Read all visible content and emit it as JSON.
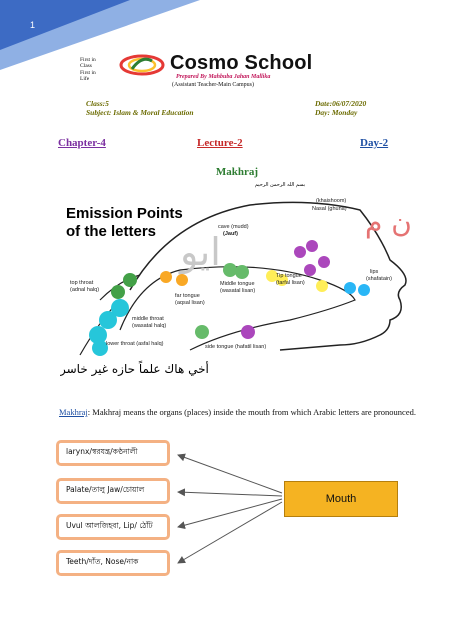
{
  "page": {
    "number": "1"
  },
  "header": {
    "motto_lines": [
      "First in",
      "Class",
      "First in",
      "Life"
    ],
    "school_name": "Cosmo School",
    "prepared_by": "Prepared By Mahbuba Jahan Mallika",
    "assistant": "(Assistant Teacher-Main Campus)"
  },
  "info": {
    "class": "Class:5",
    "subject": "Subject: Islam & Moral Education",
    "date": "Date:06/07/2020",
    "day": "Day: Monday"
  },
  "tabs": {
    "chapter": "Chapter-4",
    "lecture": "Lecture-2",
    "day": "Day-2"
  },
  "title": "Makhraj",
  "diagram": {
    "heading_line1": "Emission Points",
    "heading_line2": "of the letters",
    "bismillah": "بسم الله الرحمن الرحيم",
    "labels": {
      "cave": "cave (mudd)",
      "cave_arabic": "(Jauf)",
      "khaishoom": "(khaishoom)",
      "nasal": "Nasal (ghuna)",
      "top_throat": "top throat",
      "top_throat_ar": "(adnal halq)",
      "far_tongue": "far tongue",
      "far_tongue_ar": "(aqsal lisan)",
      "middle_tongue": "Middle tongue",
      "middle_tongue_ar": "(wasatal lisan)",
      "tip_tongue": "Tip tongue",
      "tip_tongue_ar": "(tarfal lisan)",
      "lips": "lips",
      "lips_ar": "(shafatain)",
      "middle_throat": "middle throat",
      "middle_throat_ar": "(wasatal halq)",
      "lower_throat": "lower throat (asfal halq)",
      "side_tongue": "side tongue (hafatil lisan)",
      "phrase": "أخي هاك علماً حازه غير خاسر",
      "big_letters": "ايو",
      "nasal_letters": "ن م"
    }
  },
  "definition": {
    "term": "Makhraj",
    "text": ": Makhraj means the organs (places) inside the mouth from which Arabic letters are pronounced."
  },
  "boxes": [
    "larynx/স্বরযন্ত্র/কণ্ঠনালী",
    "Palate/তালু Jaw/চোয়াল",
    "Uvul আলজিহবা, Lip/ ঠোঁট",
    "Teeth/দাঁত, Nose/নাক"
  ],
  "center_box": "Mouth",
  "colors": {
    "accent_blue": "#1e4fa3",
    "tab_purple": "#7b2fa0",
    "tab_red": "#c62828",
    "title_green": "#2e7d32",
    "box_border": "#f4b183",
    "mouth_fill": "#f5b322"
  }
}
